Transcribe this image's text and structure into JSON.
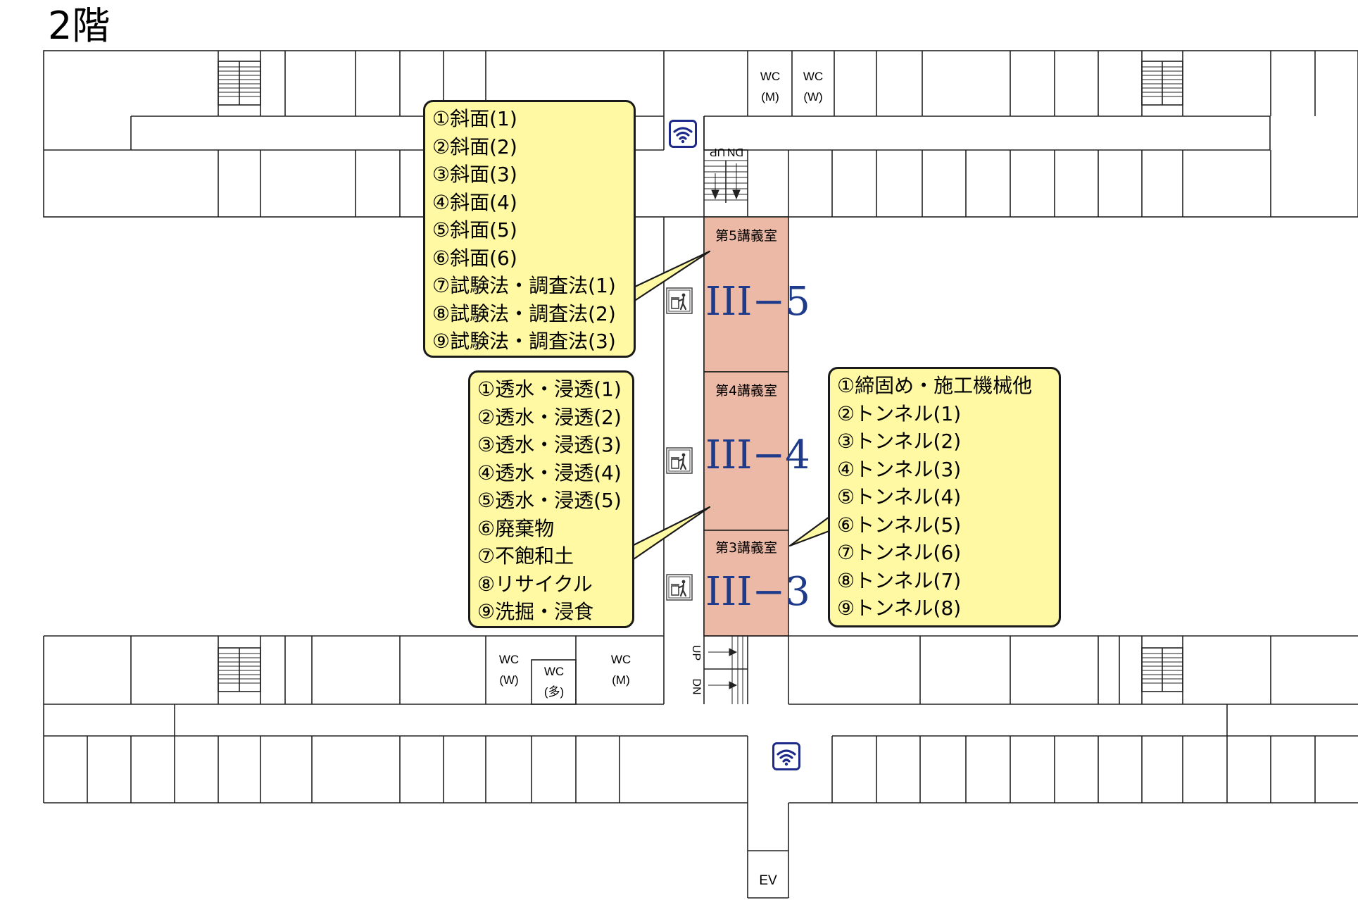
{
  "floor_title": "2階",
  "rooms": [
    {
      "name": "第5講義室",
      "code": "III−5",
      "color": "#ebb9a5"
    },
    {
      "name": "第4講義室",
      "code": "III−4",
      "color": "#ebb9a5"
    },
    {
      "name": "第3講義室",
      "code": "III−3",
      "color": "#ebb9a5"
    }
  ],
  "callouts": [
    {
      "items": [
        "①斜面(1)",
        "②斜面(2)",
        "③斜面(3)",
        "④斜面(4)",
        "⑤斜面(5)",
        "⑥斜面(6)",
        "⑦試験法・調査法(1)",
        "⑧試験法・調査法(2)",
        "⑨試験法・調査法(3)"
      ]
    },
    {
      "items": [
        "①透水・浸透(1)",
        "②透水・浸透(2)",
        "③透水・浸透(3)",
        "④透水・浸透(4)",
        "⑤透水・浸透(5)",
        "⑥廃棄物",
        "⑦不飽和土",
        "⑧リサイクル",
        "⑨洗掘・浸食"
      ]
    },
    {
      "items": [
        "①締固め・施工機械他",
        "②トンネル(1)",
        "③トンネル(2)",
        "④トンネル(3)",
        "⑤トンネル(4)",
        "⑥トンネル(5)",
        "⑦トンネル(6)",
        "⑧トンネル(7)",
        "⑨トンネル(8)"
      ]
    }
  ],
  "labels": {
    "wc_top_m": [
      "WC",
      "(M)"
    ],
    "wc_top_w": [
      "WC",
      "(W)"
    ],
    "wc_bot_w": [
      "WC",
      "(W)"
    ],
    "wc_bot_multi": [
      "WC",
      "(多)"
    ],
    "wc_bot_m": [
      "WC",
      "(M)"
    ],
    "stairs_top_up": "UP",
    "stairs_top_dn": "DN",
    "stairs_bot_up": "UP",
    "stairs_bot_dn": "DN",
    "elevator": "EV"
  },
  "icons": [
    "wifi-icon",
    "wifi-icon",
    "trash-bin-icon",
    "trash-bin-icon",
    "trash-bin-icon"
  ],
  "colors": {
    "callout_fill": "#fff9a3",
    "room_code": "#1e3a8a",
    "wifi": "#1e2a8a"
  }
}
